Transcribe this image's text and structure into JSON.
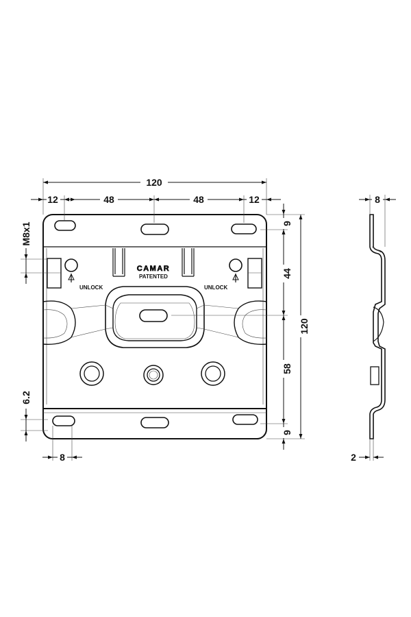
{
  "colors": {
    "line": "#111111",
    "background": "#ffffff",
    "fill": "#ffffff"
  },
  "front_view": {
    "total_width": "120",
    "edge_offset_left": "12",
    "spacing_left": "48",
    "spacing_right": "48",
    "edge_offset_right": "12",
    "total_height": "120",
    "top_slot_offset": "9",
    "upper_distance": "44",
    "lower_distance": "58",
    "bottom_slot_offset": "9",
    "thread_label": "M8x1",
    "bottom_step": "6.2",
    "slot_width": "8",
    "brand_line_1": "CAMAR",
    "brand_line_2": "PATENTED",
    "unlock_left": "UNLOCK",
    "unlock_right": "UNLOCK"
  },
  "side_view": {
    "depth": "8",
    "thickness": "2"
  }
}
